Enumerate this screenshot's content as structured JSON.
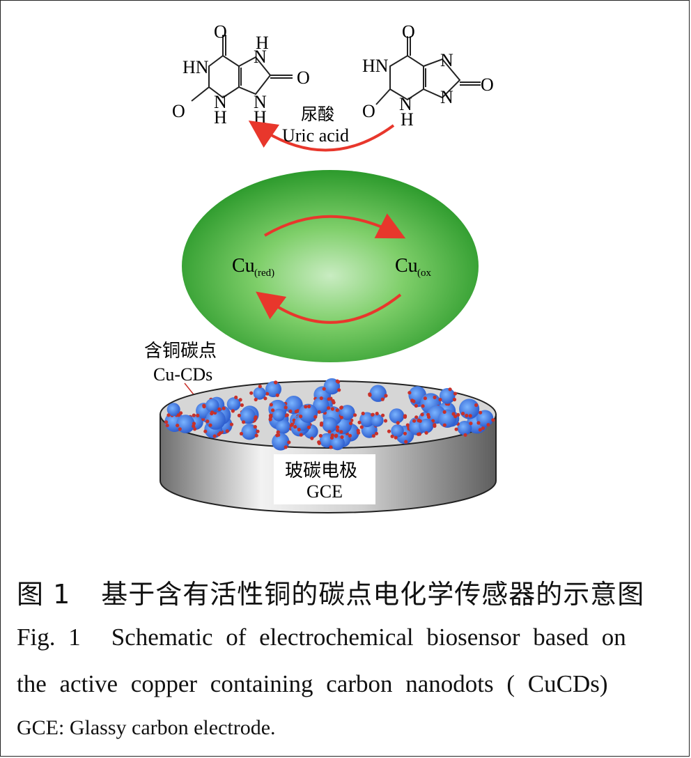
{
  "molecules": {
    "left": {
      "atoms": {
        "o_top": "O",
        "nh_top": "H",
        "n_top": "N",
        "hn": "HN",
        "o_right": "O",
        "o_left": "O",
        "n_bottom": "N",
        "h_bottom": "H",
        "n_right_bottom": "N",
        "h_right_bottom": "H"
      }
    },
    "right": {
      "atoms": {
        "o_top": "O",
        "hn": "HN",
        "n_top": "N",
        "o_right": "O",
        "o_left": "O",
        "n_bottom": "N",
        "h_bottom": "H",
        "n_right_bottom": "N"
      }
    }
  },
  "labels": {
    "uric_acid_zh": "尿酸",
    "uric_acid_en": "Uric acid",
    "cu_red_main": "Cu",
    "cu_red_sub": "(red)",
    "cu_ox_main": "Cu",
    "cu_ox_sub": "(ox",
    "cucds_zh": "含铜碳点",
    "cucds_en": "Cu-CDs",
    "gce_zh": "玻碳电极",
    "gce_en": "GCE"
  },
  "caption": {
    "zh_num": "图 1",
    "zh_text": "基于含有活性铜的碳点电化学传感器的示意图",
    "en_num": "Fig. 1",
    "en_text1": "Schematic of electrochemical biosensor based on",
    "en_text2": "the active copper containing carbon nanodots ( CuCDs)",
    "abbr": "GCE: Glassy carbon electrode."
  },
  "colors": {
    "arrow": "#e8372c",
    "sphere_center": "#c8ecc0",
    "sphere_edge": "#2f9e2f",
    "dot_blue": "#3a6fd8",
    "dot_red": "#c8312a",
    "electrode": "#9a9a9a"
  }
}
